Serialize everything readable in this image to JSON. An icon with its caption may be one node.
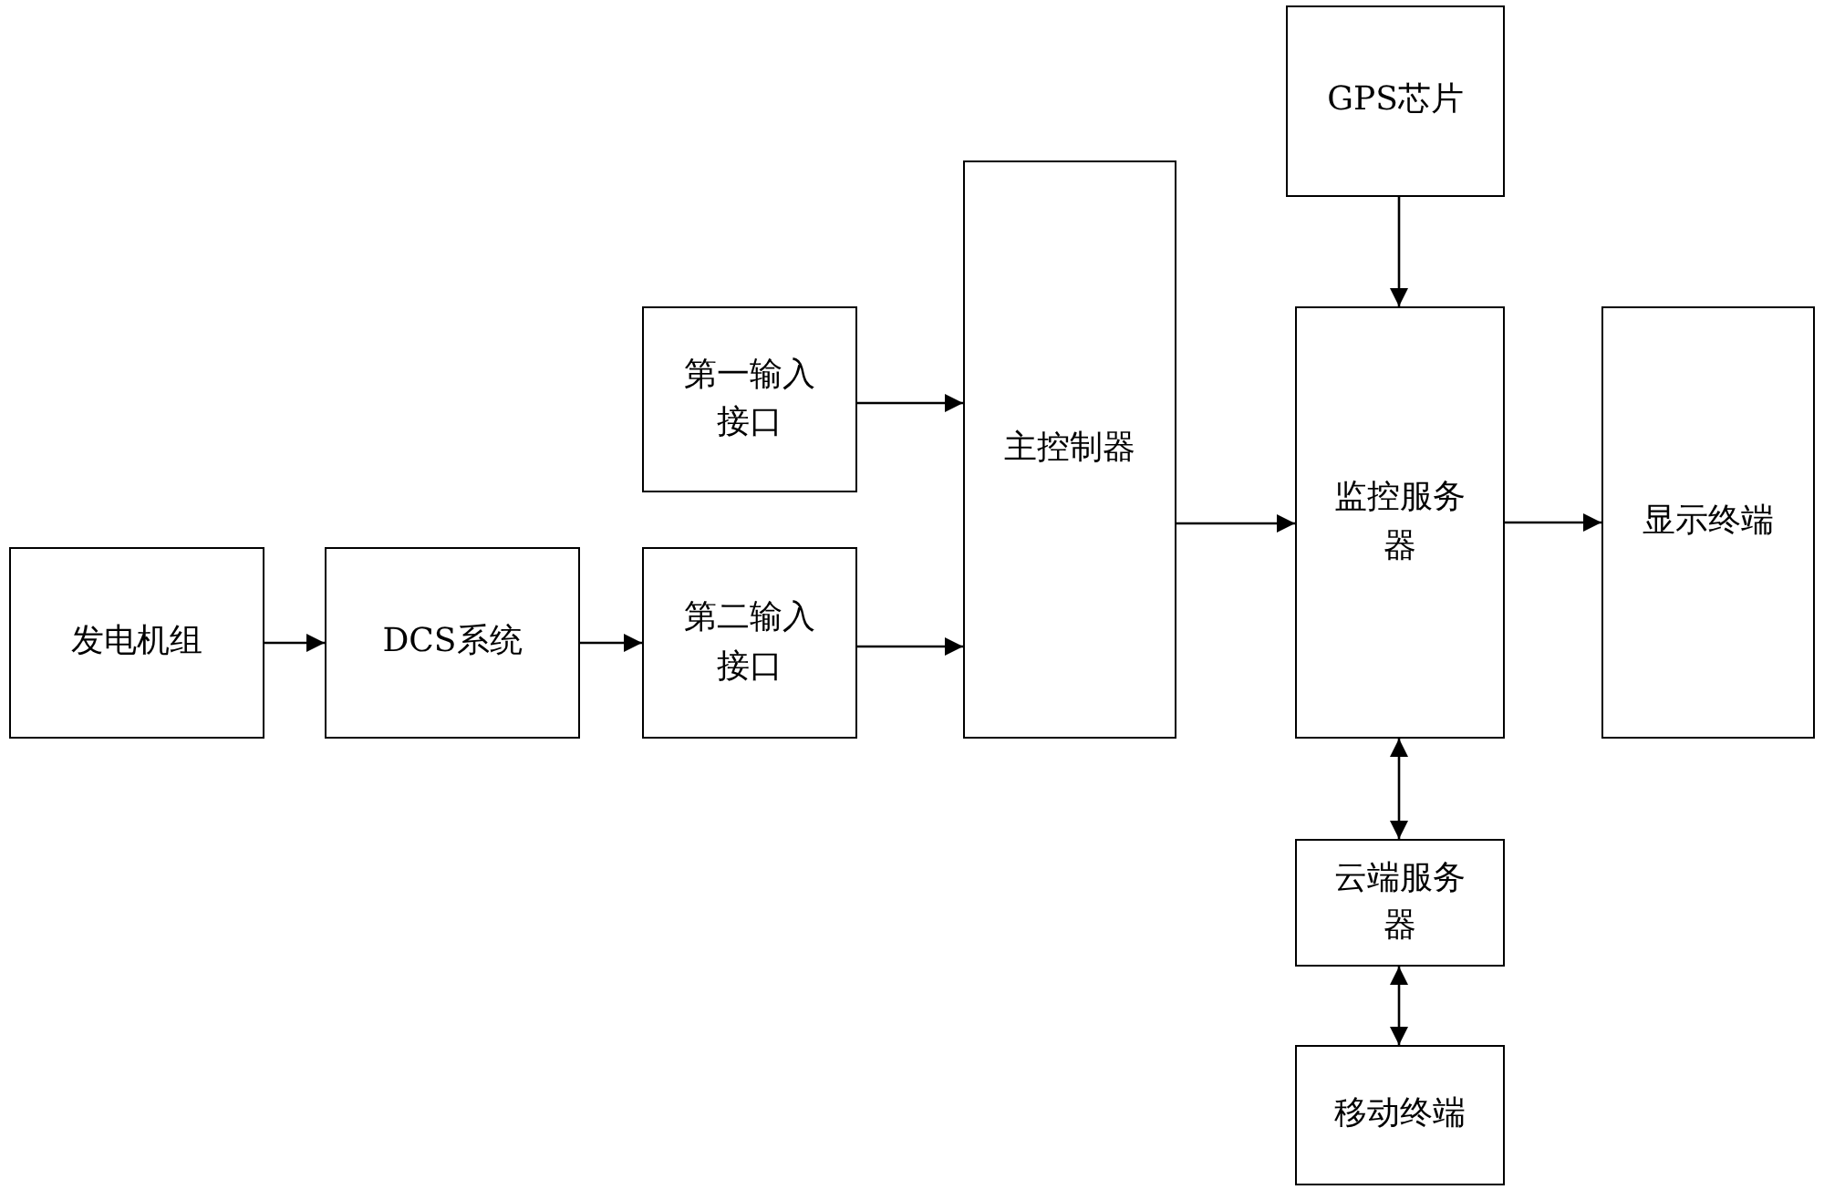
{
  "diagram": {
    "nodes": [
      {
        "text": [
          "发电机组"
        ]
      },
      {
        "text": [
          "DCS系统"
        ]
      },
      {
        "text": [
          "第一输入接口"
        ]
      },
      {
        "text": [
          "第二输入接口"
        ]
      },
      {
        "text": [
          "主控制器"
        ]
      },
      {
        "text": [
          "GPS芯片"
        ]
      },
      {
        "text": [
          "监控服务器"
        ]
      },
      {
        "text": [
          "显示终端"
        ]
      },
      {
        "text": [
          "云端服务器"
        ]
      },
      {
        "text": [
          "移动终端"
        ]
      }
    ],
    "edges": [
      {
        "from": 0,
        "to": 1,
        "arrow": "to"
      },
      {
        "from": 1,
        "to": 3,
        "arrow": "to"
      },
      {
        "from": 2,
        "to": 4,
        "arrow": "to"
      },
      {
        "from": 3,
        "to": 4,
        "arrow": "to"
      },
      {
        "from": 4,
        "to": 6,
        "arrow": "to"
      },
      {
        "from": 5,
        "to": 6,
        "arrow": "to"
      },
      {
        "from": 6,
        "to": 7,
        "arrow": "to"
      },
      {
        "from": 6,
        "to": 8,
        "arrow": "both"
      },
      {
        "from": 8,
        "to": 9,
        "arrow": "both"
      }
    ]
  }
}
